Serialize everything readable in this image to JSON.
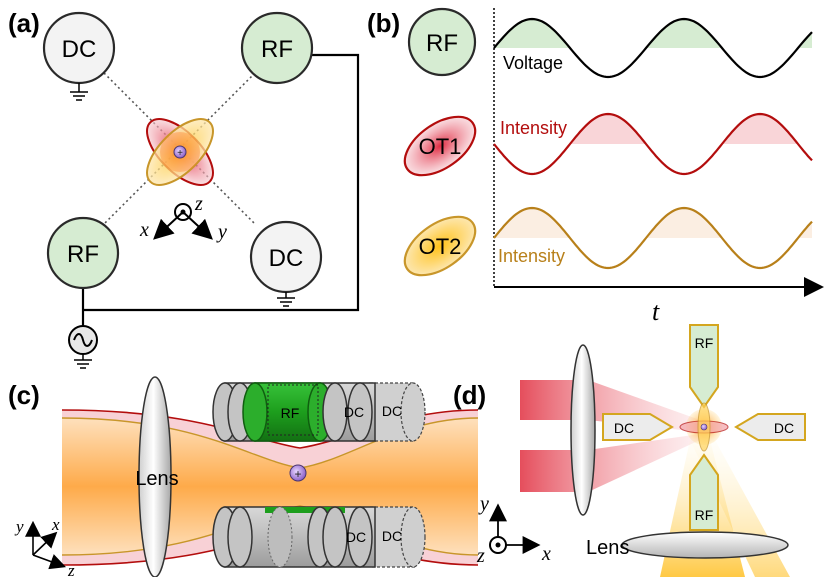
{
  "panels": {
    "a": {
      "label": "(a)",
      "electrodes": {
        "dc_top": "DC",
        "rf_top": "RF",
        "rf_bottom": "RF",
        "dc_bottom": "DC"
      },
      "axes": {
        "x": "x",
        "y": "y",
        "z": "z"
      },
      "ion_symbol": "+"
    },
    "b": {
      "label": "(b)",
      "rows": [
        {
          "name": "RF",
          "signal": "Voltage",
          "color": "#000000",
          "fill": "#d6ecd2"
        },
        {
          "name": "OT1",
          "signal": "Intensity",
          "color": "#b30d0d",
          "fill": "#f9d5d8"
        },
        {
          "name": "OT2",
          "signal": "Intensity",
          "color": "#b8801a",
          "fill": "#fbeee2"
        }
      ],
      "time_label": "t"
    },
    "c": {
      "label": "(c)",
      "lens": "Lens",
      "rf_label": "RF",
      "dc_labels": [
        "DC",
        "DC",
        "DC",
        "DC"
      ],
      "axes": {
        "y": "y",
        "x": "x",
        "z": "z"
      },
      "ion_symbol": "+"
    },
    "d": {
      "label": "(d)",
      "lens": "Lens",
      "electrodes": {
        "rf_top": "RF",
        "rf_bottom": "RF",
        "dc_left": "DC",
        "dc_right": "DC"
      },
      "axes": {
        "y": "y",
        "x": "x",
        "z": "z"
      }
    }
  },
  "colors": {
    "rf_green": "#d6ecd2",
    "dc_white": "#f2f2f2",
    "ot1_red": "#c41a1a",
    "ot2_gold": "#c8962a",
    "electrode_green": "#1d9e1d",
    "electrode_gray": "#bdbdbd"
  }
}
